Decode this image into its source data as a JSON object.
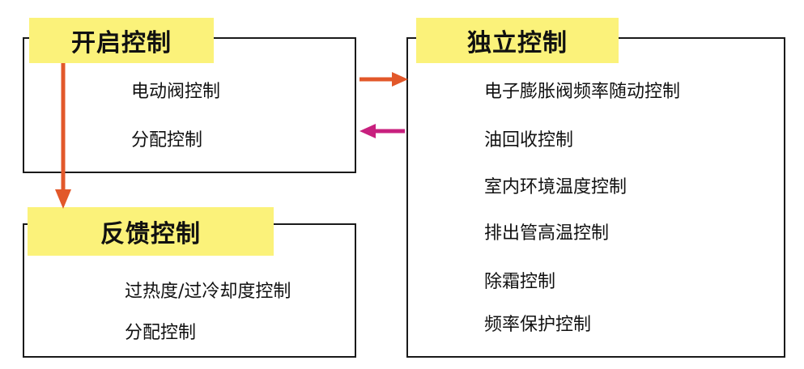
{
  "boxes": {
    "open_control": {
      "title": "开启控制",
      "items": [
        "电动阀控制",
        "分配控制"
      ]
    },
    "feedback_control": {
      "title": "反馈控制",
      "items": [
        "过热度/过冷却度控制",
        "分配控制"
      ]
    },
    "independent_control": {
      "title": "独立控制",
      "items": [
        "电子膨胀阀频率随动控制",
        "油回收控制",
        "室内环境温度控制",
        "排出管高温控制",
        "除霜控制",
        "频率保护控制"
      ]
    }
  },
  "colors": {
    "title_highlight": "#fbf27a",
    "arrow_right": "#e2582a",
    "arrow_left": "#c8207e",
    "arrow_down": "#e2582a",
    "border": "#1a1a1a"
  }
}
